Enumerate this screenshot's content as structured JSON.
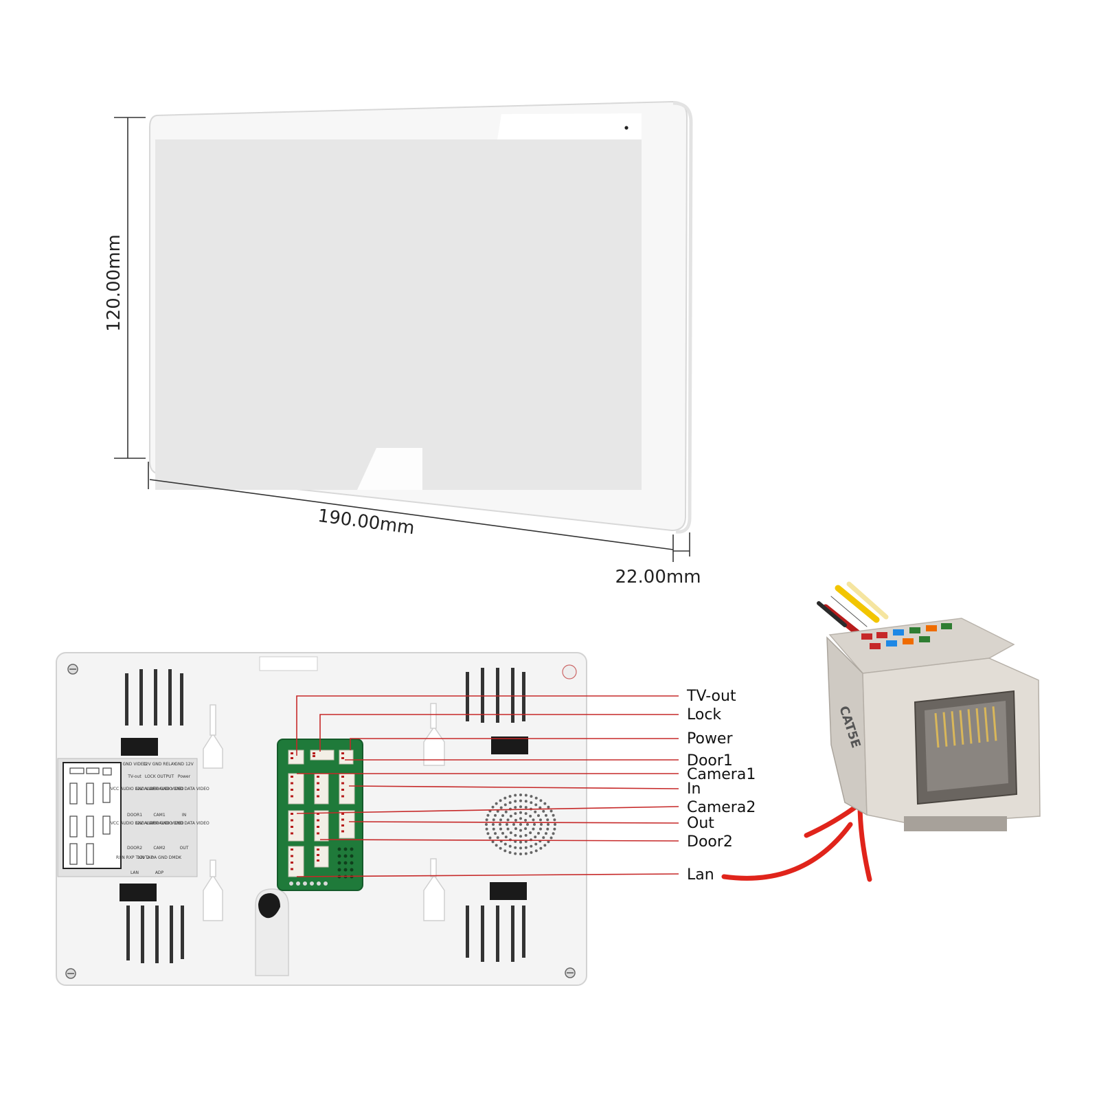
{
  "dimensions": {
    "height": "120.00mm",
    "width": "190.00mm",
    "depth": "22.00mm"
  },
  "ports": [
    {
      "label": "TV-out"
    },
    {
      "label": "Lock"
    },
    {
      "label": "Power"
    },
    {
      "label": "Door1"
    },
    {
      "label": "Camera1"
    },
    {
      "label": "In"
    },
    {
      "label": "Camera2"
    },
    {
      "label": "Out"
    },
    {
      "label": "Door2"
    },
    {
      "label": "Lan"
    }
  ],
  "connector": {
    "marking": "CAT5E"
  },
  "back_panel_sticker": {
    "rows": [
      [
        "GND VIDEO",
        "12V GND RELAY",
        "GND 12V"
      ],
      [
        "TV-out",
        "LOCK OUTPUT",
        "Power"
      ],
      [
        "VCC AUDIO GND VIDEO",
        "12V ALARM GND VIDEO",
        "AUDIO GND DATA VIDEO"
      ],
      [
        "DOOR1",
        "CAM1",
        "IN"
      ],
      [
        "VCC AUDIO GND VIDEO",
        "12V ALARM GND VIDEO",
        "AUDIO GND DATA VIDEO"
      ],
      [
        "DOOR2",
        "CAM2",
        "OUT"
      ],
      [
        "RXN RXP TXN TXP",
        "12V 2-DA GND DMDK"
      ],
      [
        "LAN",
        "ADP"
      ]
    ]
  },
  "colors": {
    "leader_line": "#c62828",
    "arrow": "#e0241b",
    "pcb": "#1f7a3a",
    "panel": "#f4f4f4"
  }
}
